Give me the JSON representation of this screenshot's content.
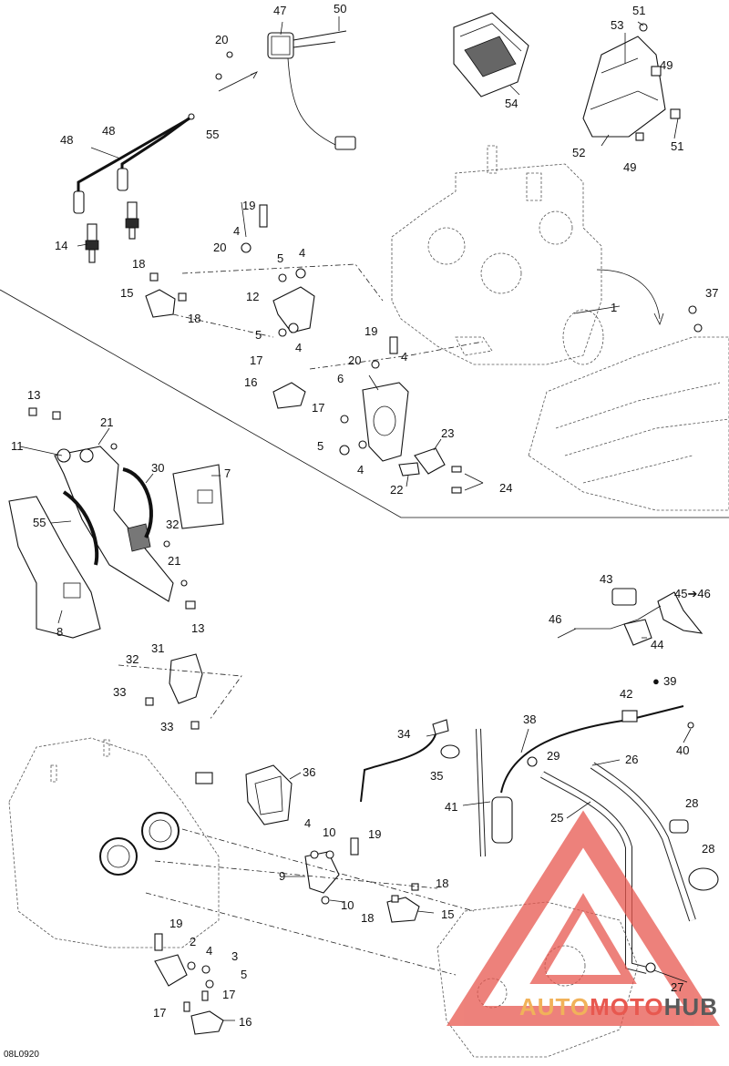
{
  "diagram": {
    "reference_code": "08L0920",
    "watermark": {
      "part1": "AUTO",
      "part2": "MOTO",
      "part3": "HUB",
      "colors": {
        "auto": "#f1b25a",
        "moto": "#e8584f",
        "hub": "#5a5a5a",
        "triangle": "#e8584f"
      }
    },
    "callouts": [
      {
        "id": "c47",
        "text": "47"
      },
      {
        "id": "c50",
        "text": "50"
      },
      {
        "id": "c20a",
        "text": "20"
      },
      {
        "id": "c51a",
        "text": "51"
      },
      {
        "id": "c53",
        "text": "53"
      },
      {
        "id": "c49a",
        "text": "49"
      },
      {
        "id": "c54",
        "text": "54"
      },
      {
        "id": "c48a",
        "text": "48"
      },
      {
        "id": "c48b",
        "text": "48"
      },
      {
        "id": "c55a",
        "text": "55"
      },
      {
        "id": "c52",
        "text": "52"
      },
      {
        "id": "c51b",
        "text": "51"
      },
      {
        "id": "c49b",
        "text": "49"
      },
      {
        "id": "c19a",
        "text": "19"
      },
      {
        "id": "c4a",
        "text": "4"
      },
      {
        "id": "c20b",
        "text": "20"
      },
      {
        "id": "c14",
        "text": "14"
      },
      {
        "id": "c5a",
        "text": "5"
      },
      {
        "id": "c4b",
        "text": "4"
      },
      {
        "id": "c18a",
        "text": "18"
      },
      {
        "id": "c15a",
        "text": "15"
      },
      {
        "id": "c18b",
        "text": "18"
      },
      {
        "id": "c12",
        "text": "12"
      },
      {
        "id": "c37",
        "text": "37"
      },
      {
        "id": "c1",
        "text": "1"
      },
      {
        "id": "c5b",
        "text": "5"
      },
      {
        "id": "c4c",
        "text": "4"
      },
      {
        "id": "c19b",
        "text": "19"
      },
      {
        "id": "c17a",
        "text": "17"
      },
      {
        "id": "c20c",
        "text": "20"
      },
      {
        "id": "c4d",
        "text": "4"
      },
      {
        "id": "c16a",
        "text": "16"
      },
      {
        "id": "c6",
        "text": "6"
      },
      {
        "id": "c17b",
        "text": "17"
      },
      {
        "id": "c13a",
        "text": "13"
      },
      {
        "id": "c21a",
        "text": "21"
      },
      {
        "id": "c11",
        "text": "11"
      },
      {
        "id": "c23",
        "text": "23"
      },
      {
        "id": "c5c",
        "text": "5"
      },
      {
        "id": "c4e",
        "text": "4"
      },
      {
        "id": "c30",
        "text": "30"
      },
      {
        "id": "c7",
        "text": "7"
      },
      {
        "id": "c22",
        "text": "22"
      },
      {
        "id": "c24",
        "text": "24"
      },
      {
        "id": "c55b",
        "text": "55"
      },
      {
        "id": "c32a",
        "text": "32"
      },
      {
        "id": "c21b",
        "text": "21"
      },
      {
        "id": "c13b",
        "text": "13"
      },
      {
        "id": "c8",
        "text": "8"
      },
      {
        "id": "c43",
        "text": "43"
      },
      {
        "id": "c4546",
        "text": "45➔46"
      },
      {
        "id": "c46",
        "text": "46"
      },
      {
        "id": "c44",
        "text": "44"
      },
      {
        "id": "c31",
        "text": "31"
      },
      {
        "id": "c32b",
        "text": "32"
      },
      {
        "id": "c33a",
        "text": "33"
      },
      {
        "id": "c33b",
        "text": "33"
      },
      {
        "id": "c39",
        "text": "39"
      },
      {
        "id": "c42",
        "text": "42"
      },
      {
        "id": "c38",
        "text": "38"
      },
      {
        "id": "c40",
        "text": "40"
      },
      {
        "id": "c34",
        "text": "34"
      },
      {
        "id": "c29",
        "text": "29"
      },
      {
        "id": "c26",
        "text": "26"
      },
      {
        "id": "c35",
        "text": "35"
      },
      {
        "id": "c36",
        "text": "36"
      },
      {
        "id": "c41",
        "text": "41"
      },
      {
        "id": "c28a",
        "text": "28"
      },
      {
        "id": "c25",
        "text": "25"
      },
      {
        "id": "c28b",
        "text": "28"
      },
      {
        "id": "c4f",
        "text": "4"
      },
      {
        "id": "c10a",
        "text": "10"
      },
      {
        "id": "c19c",
        "text": "19"
      },
      {
        "id": "c9",
        "text": "9"
      },
      {
        "id": "c18c",
        "text": "18"
      },
      {
        "id": "c10b",
        "text": "10"
      },
      {
        "id": "c18d",
        "text": "18"
      },
      {
        "id": "c15b",
        "text": "15"
      },
      {
        "id": "c19d",
        "text": "19"
      },
      {
        "id": "c2",
        "text": "2"
      },
      {
        "id": "c4g",
        "text": "4"
      },
      {
        "id": "c3",
        "text": "3"
      },
      {
        "id": "c5d",
        "text": "5"
      },
      {
        "id": "c17c",
        "text": "17"
      },
      {
        "id": "c27",
        "text": "27"
      },
      {
        "id": "c17d",
        "text": "17"
      },
      {
        "id": "c16b",
        "text": "16"
      }
    ]
  }
}
